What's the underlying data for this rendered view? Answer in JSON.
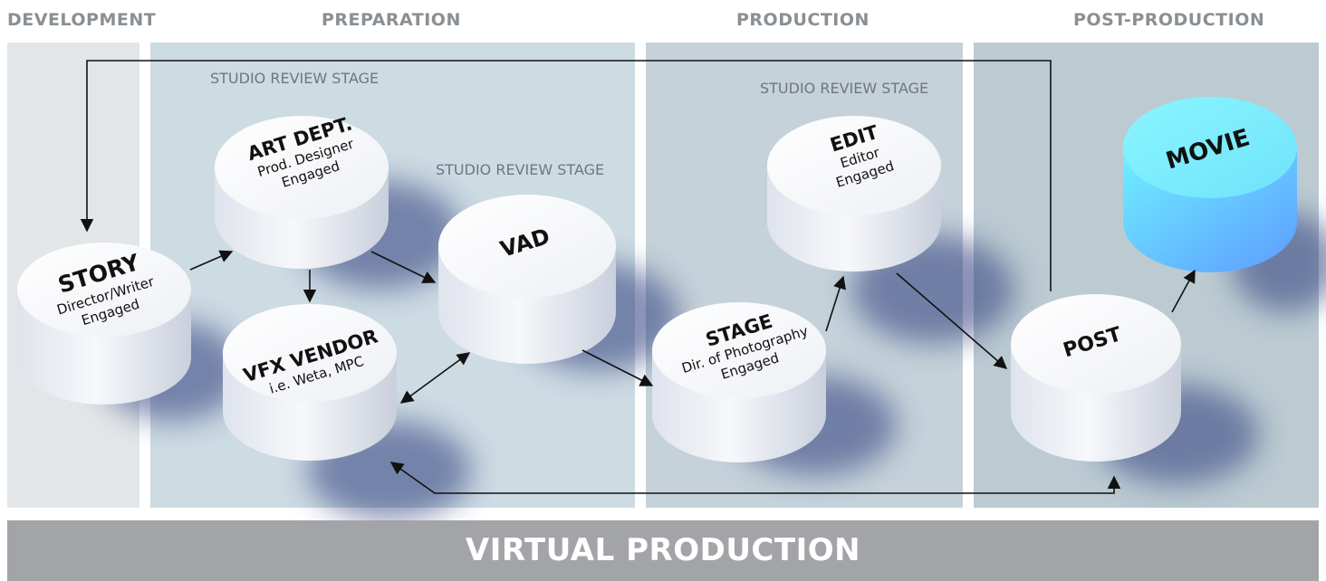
{
  "phases": {
    "development": "DEVELOPMENT",
    "preparation": "PREPARATION",
    "production": "PRODUCTION",
    "post_production": "POST-PRODUCTION"
  },
  "review_stages": {
    "preparation_top": "STUDIO REVIEW STAGE",
    "preparation_mid": "STUDIO REVIEW STAGE",
    "production_top": "STUDIO REVIEW STAGE"
  },
  "nodes": {
    "story": {
      "title": "STORY",
      "line1": "Director/Writer",
      "line2": "Engaged"
    },
    "art_dept": {
      "title": "ART DEPT.",
      "line1": "Prod. Designer",
      "line2": "Engaged"
    },
    "vfx_vendor": {
      "title": "VFX VENDOR",
      "line1": "i.e. Weta, MPC"
    },
    "vad": {
      "title": "VAD"
    },
    "stage": {
      "title": "STAGE",
      "line1": "Dir. of Photography",
      "line2": "Engaged"
    },
    "edit": {
      "title": "EDIT",
      "line1": "Editor",
      "line2": "Engaged"
    },
    "post": {
      "title": "POST"
    },
    "movie": {
      "title": "MOVIE"
    }
  },
  "footer": {
    "label": "VIRTUAL PRODUCTION"
  },
  "colors": {
    "development_panel": "#e3e6e8",
    "preparation_panel": "#cddbe3",
    "production_panel": "#c5d2da",
    "post_panel": "#bccbd2",
    "movie_top": "#7ff2ff",
    "movie_side": "#62b6ff"
  }
}
